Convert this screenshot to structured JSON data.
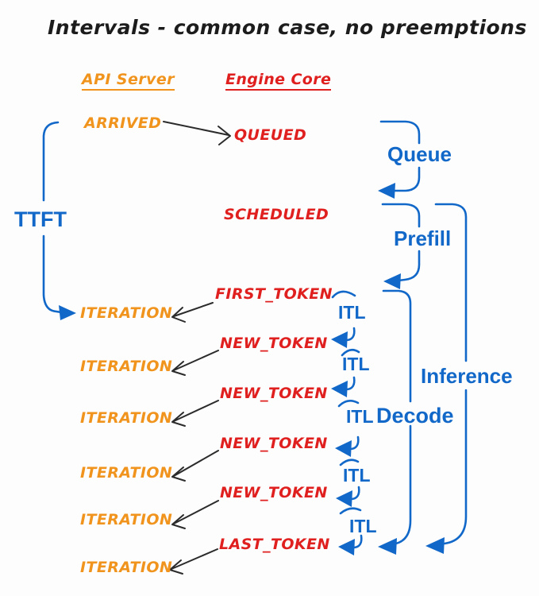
{
  "title": "Intervals - common case, no preemptions",
  "columns": {
    "api_server": {
      "header": "API Server"
    },
    "engine_core": {
      "header": "Engine Core"
    }
  },
  "api_events": [
    "ARRIVED",
    "ITERATION",
    "ITERATION",
    "ITERATION",
    "ITERATION",
    "ITERATION",
    "ITERATION"
  ],
  "engine_events": [
    "QUEUED",
    "SCHEDULED",
    "FIRST_TOKEN",
    "NEW_TOKEN",
    "NEW_TOKEN",
    "NEW_TOKEN",
    "NEW_TOKEN",
    "LAST_TOKEN"
  ],
  "intervals": {
    "ttft": "TTFT",
    "queue": "Queue",
    "prefill": "Prefill",
    "decode": "Decode",
    "inference": "Inference",
    "itl": [
      "ITL",
      "ITL",
      "ITL",
      "ITL",
      "ITL"
    ]
  },
  "colors": {
    "api": "#f0941e",
    "engine": "#e01f1f",
    "interval": "#1268c8",
    "arrow": "#2b2b2b",
    "background": "#fdfdfd"
  }
}
